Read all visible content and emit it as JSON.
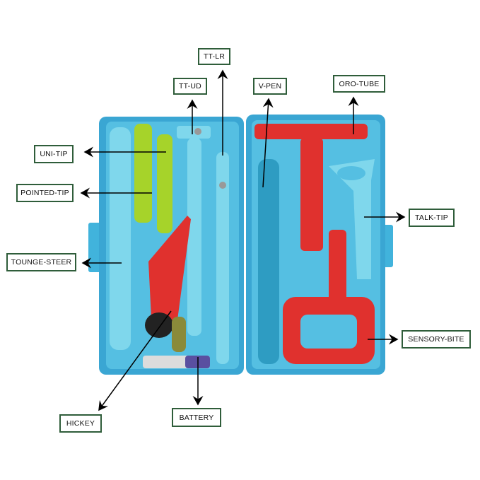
{
  "labels": {
    "tt_lr": "TT-LR",
    "tt_ud": "TT-UD",
    "v_pen": "V-PEN",
    "oro_tube": "ORO-TUBE",
    "uni_tip": "UNI-TIP",
    "pointed_tip": "POINTED-TIP",
    "talk_tip": "TALK-TIP",
    "tounge_steer": "TOUNGE-STEER",
    "sensory_bite": "SENSORY-BITE",
    "hickey": "HICKEY",
    "battery": "BATTERY"
  },
  "colors": {
    "case": "#41b3dc",
    "case_dark": "#2b8fbf",
    "tool_blue": "#6fd0e6",
    "red": "#e0312e",
    "green": "#a6d32a",
    "label_border": "#2f5d3a"
  }
}
